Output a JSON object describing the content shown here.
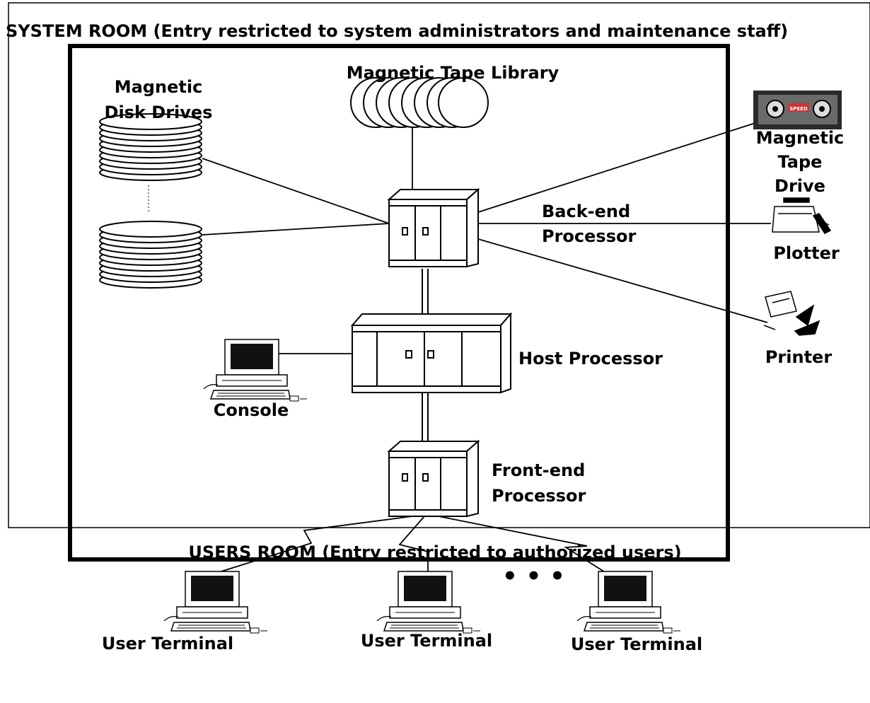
{
  "labels": {
    "system_room": "SYSTEM ROOM (Entry restricted to system administrators and maintenance staff)",
    "users_room": "USERS ROOM (Entry restricted to authorized users)",
    "tape_library": "Magnetic Tape Library",
    "disk_drives_line1": "Magnetic",
    "disk_drives_line2": "Disk Drives",
    "tape_drive_line1": "Magnetic",
    "tape_drive_line2": "Tape",
    "tape_drive_line3": "Drive",
    "tape_drive_reel_text": "SPEED",
    "backend_line1": "Back-end",
    "backend_line2": "Processor",
    "plotter": "Plotter",
    "printer": "Printer",
    "host": "Host Processor",
    "console": "Console",
    "frontend_line1": "Front-end",
    "frontend_line2": "Processor",
    "ellipsis": "• • •",
    "user_terminal_1": "User Terminal",
    "user_terminal_2": "User Terminal",
    "user_terminal_3": "User Terminal"
  }
}
